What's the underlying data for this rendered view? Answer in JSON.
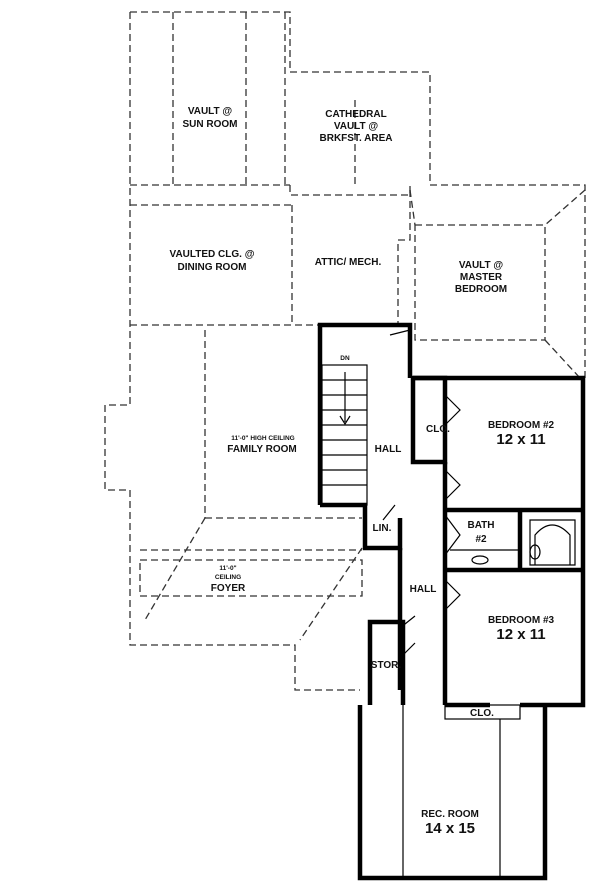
{
  "rooms": {
    "sun_room": [
      "VAULT @",
      "SUN ROOM"
    ],
    "breakfast": [
      "CATHEDRAL",
      "VAULT @",
      "BRKFST. AREA"
    ],
    "dining": [
      "VAULTED CLG. @",
      "DINING ROOM"
    ],
    "attic": "ATTIC/ MECH.",
    "master": [
      "VAULT @",
      "MASTER",
      "BEDROOM"
    ],
    "family": {
      "note": "11'-0\" HIGH CEILING",
      "name": "FAMILY ROOM"
    },
    "foyer": {
      "note1": "11'-0\"",
      "note2": "CEILING",
      "name": "FOYER"
    },
    "stairs": "DN",
    "hall_upper": "HALL",
    "hall_lower": "HALL",
    "closet1": "CLO.",
    "closet2": "CLO.",
    "linen": "LIN.",
    "storage": "STOR.",
    "bedroom2": {
      "name": "BEDROOM #2",
      "size": "12 x 11"
    },
    "bath2": [
      "BATH",
      "#2"
    ],
    "bedroom3": {
      "name": "BEDROOM #3",
      "size": "12 x 11"
    },
    "rec_room": {
      "name": "REC. ROOM",
      "size": "14 x 15"
    }
  }
}
